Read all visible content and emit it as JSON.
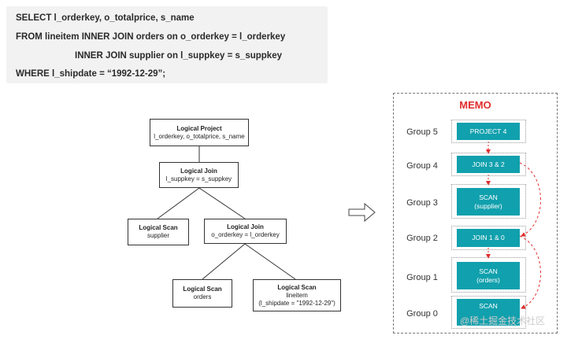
{
  "sql": {
    "line1": "SELECT l_orderkey, o_totalprice, s_name",
    "line2": "FROM lineitem INNER JOIN orders on o_orderkey = l_orderkey",
    "line3": "INNER JOIN supplier on l_suppkey = s_suppkey",
    "line4": "WHERE l_shipdate = “1992-12-29”;"
  },
  "tree": {
    "project": {
      "title": "Logical Project",
      "detail": "l_orderkey, o_totalprice, s_name"
    },
    "join_top": {
      "title": "Logical Join",
      "detail": "l_suppkey = s_suppkey"
    },
    "scan_supplier": {
      "title": "Logical Scan",
      "detail": "supplier"
    },
    "join_bottom": {
      "title": "Logical Join",
      "detail": "o_orderkey = l_orderkey"
    },
    "scan_orders": {
      "title": "Logical Scan",
      "detail": "orders"
    },
    "scan_lineitem": {
      "title": "Logical Scan",
      "detail": "lineitem",
      "filter": "(l_shipdate = \"1992-12-29\")"
    }
  },
  "memo": {
    "title": "MEMO",
    "groups": [
      {
        "label": "Group 5",
        "op_line1": "PROJECT 4",
        "op_line2": ""
      },
      {
        "label": "Group 4",
        "op_line1": "JOIN 3 & 2",
        "op_line2": ""
      },
      {
        "label": "Group 3",
        "op_line1": "SCAN",
        "op_line2": "(supplier)"
      },
      {
        "label": "Group 2",
        "op_line1": "JOIN 1 & 0",
        "op_line2": ""
      },
      {
        "label": "Group 1",
        "op_line1": "SCAN",
        "op_line2": "(orders)"
      },
      {
        "label": "Group 0",
        "op_line1": "SCAN",
        "op_line2": ""
      }
    ]
  },
  "colors": {
    "op_fill": "#11a0ad",
    "memo_title": "#e12d2d",
    "arrow": "#e12d2d"
  },
  "watermark": "@稀土掘金技术社区"
}
